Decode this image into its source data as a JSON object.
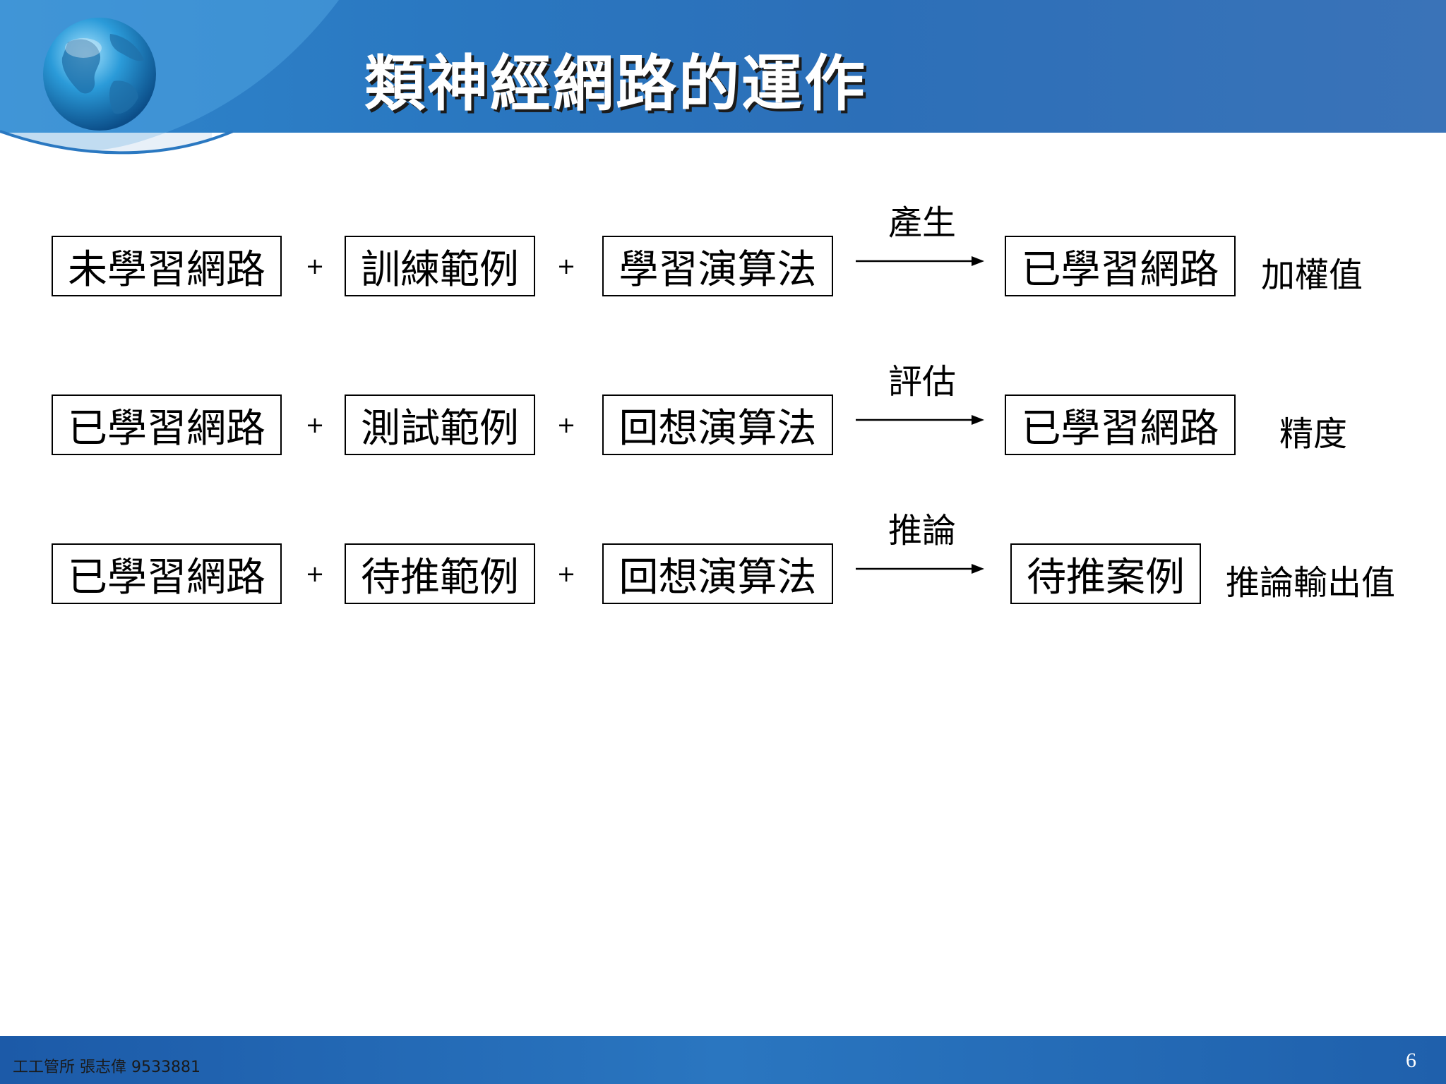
{
  "slide": {
    "title": "類神經網路的運作",
    "footer_text": "工工管所 張志偉 9533881",
    "page_number": "6"
  },
  "rows": [
    {
      "inputs": [
        "未學習網路",
        "訓練範例",
        "學習演算法"
      ],
      "arrow_label": "產生",
      "output": "已學習網路",
      "result": "加權值"
    },
    {
      "inputs": [
        "已學習網路",
        "測試範例",
        "回想演算法"
      ],
      "arrow_label": "評估",
      "output": "已學習網路",
      "result": "精度"
    },
    {
      "inputs": [
        "已學習網路",
        "待推範例",
        "回想演算法"
      ],
      "arrow_label": "推論",
      "output": "待推案例",
      "result": "推論輸出值"
    }
  ],
  "operator_symbol": "+",
  "colors": {
    "header": "#2c77c0",
    "footer": "#1f60ac",
    "title_text": "#ffffff",
    "box_border": "#000000"
  },
  "icons": [
    "globe-icon",
    "arrow-right-icon"
  ]
}
